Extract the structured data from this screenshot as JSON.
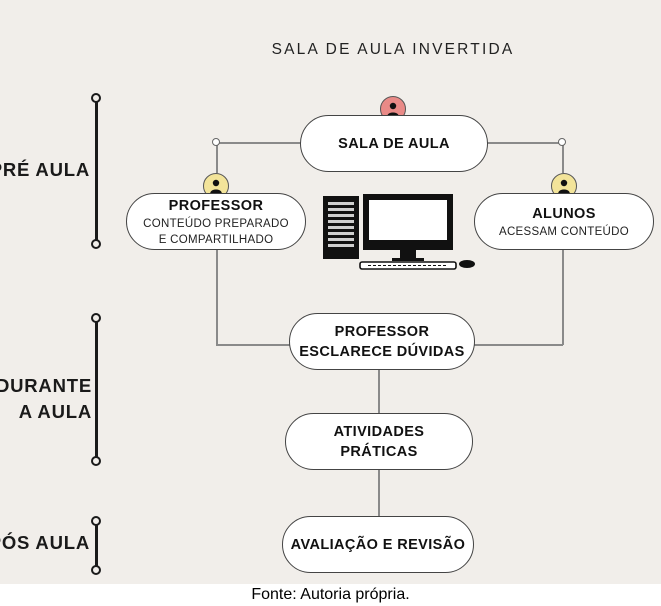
{
  "title": "SALA DE AULA INVERTIDA",
  "caption": "Fonte: Autoria própria.",
  "colors": {
    "background": "#f1eeea",
    "node_fill": "#ffffff",
    "badge_sala": "#e98a87",
    "badge_people": "#f3e49a",
    "line": "#8a8a8a",
    "phase_bar": "#1a1a1a"
  },
  "phases": [
    {
      "label": "PRÉ AULA"
    },
    {
      "label": "DURANTE\nA AULA"
    },
    {
      "label": "PÓS AULA"
    }
  ],
  "nodes": {
    "sala": {
      "title": "SALA DE AULA",
      "icon": "person-icon"
    },
    "professor": {
      "title": "PROFESSOR",
      "sub1": "CONTEÚDO PREPARADO",
      "sub2": "E COMPARTILHADO",
      "icon": "person-icon"
    },
    "alunos": {
      "title": "ALUNOS",
      "sub1": "ACESSAM CONTEÚDO",
      "icon": "person-icon"
    },
    "esclarece": {
      "line1": "PROFESSOR",
      "line2": "ESCLARECE DÚVIDAS"
    },
    "atividades": {
      "line1": "ATIVIDADES",
      "line2": "PRÁTICAS"
    },
    "avaliacao": {
      "title": "AVALIAÇÃO E REVISÃO"
    }
  },
  "computer": {
    "icon": "desktop-computer-icon"
  }
}
